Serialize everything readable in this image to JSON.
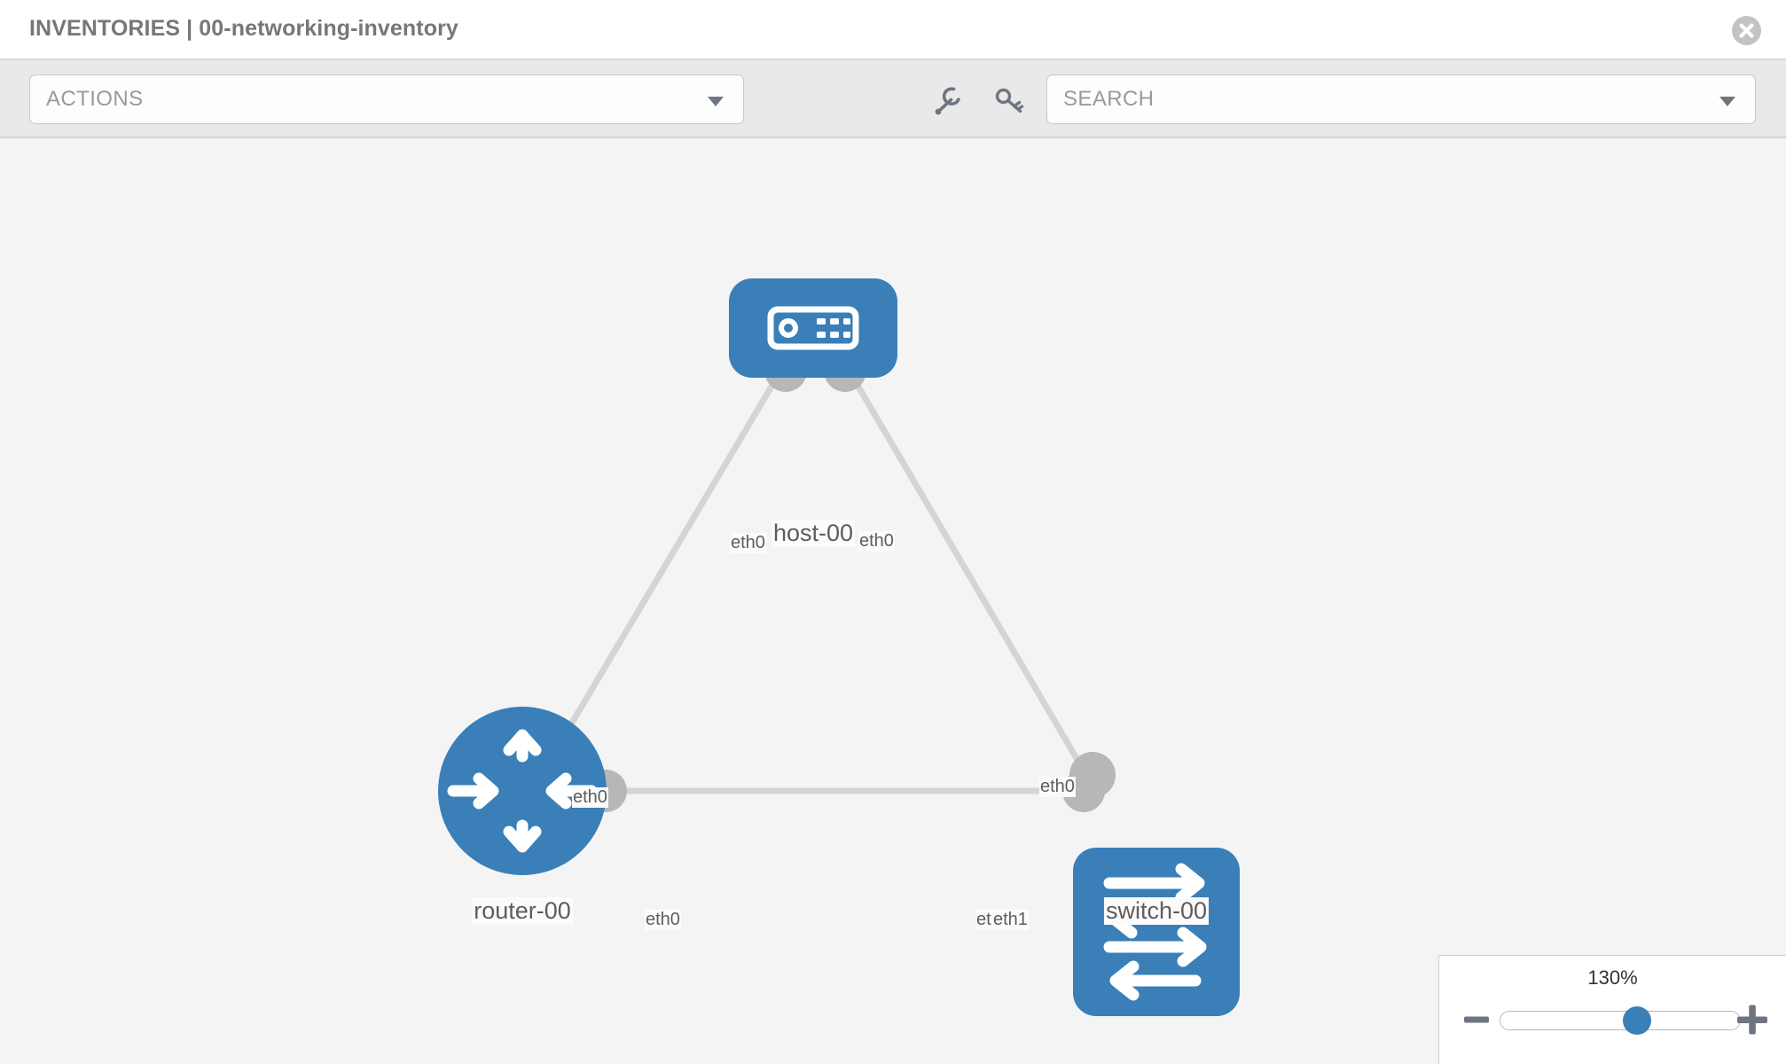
{
  "header": {
    "title": "INVENTORIES | 00-networking-inventory",
    "close_icon": "close-circle-icon"
  },
  "toolbar": {
    "actions_label": "ACTIONS",
    "search_label": "SEARCH",
    "wrench_icon": "wrench-icon",
    "key_icon": "key-icon",
    "caret_icon": "chevron-down-icon"
  },
  "zoom_control": {
    "percent": "130%",
    "minus_label": "−",
    "plus_label": "+",
    "slider_value": 57
  },
  "colors": {
    "node_blue": "#3a7fb8",
    "connector_gray": "#b7b7b7",
    "edge_gray": "#d4d4d4",
    "canvas_bg": "#f4f4f4",
    "toolbar_bg": "#e9e9e9",
    "text_gray": "#5d5d5d"
  },
  "topology": {
    "nodes": [
      {
        "id": "host-00",
        "label": "host-00",
        "type": "host",
        "shape": "rounded-rect",
        "icon": "server-icon"
      },
      {
        "id": "router-00",
        "label": "router-00",
        "type": "router",
        "shape": "circle",
        "icon": "router-arrows-icon"
      },
      {
        "id": "switch-00",
        "label": "switch-00",
        "type": "switch",
        "shape": "rounded-rect",
        "icon": "switch-arrows-icon"
      }
    ],
    "links": [
      {
        "from": "host-00",
        "to": "router-00",
        "from_iface": "eth0",
        "to_iface": "eth0"
      },
      {
        "from": "host-00",
        "to": "switch-00",
        "from_iface": "eth0",
        "to_iface": "eth0"
      },
      {
        "from": "router-00",
        "to": "switch-00",
        "from_iface": "eth0",
        "to_iface": "eth1"
      }
    ],
    "interface_labels": {
      "host_left": "eth0",
      "host_right": "eth0",
      "router_up": "eth0",
      "switch_up": "eth0",
      "router_right": "eth0",
      "switch_left_under": "eth0",
      "switch_left": "eth1"
    }
  }
}
